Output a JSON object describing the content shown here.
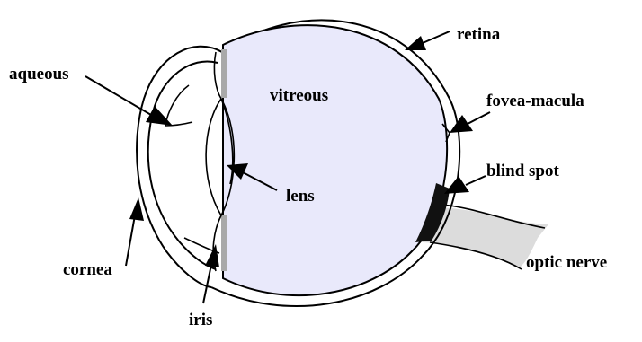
{
  "diagram": {
    "labels": {
      "retina": "retina",
      "aqueous": "aqueous",
      "vitreous": "vitreous",
      "fovea_macula": "fovea-macula",
      "blind_spot": "blind spot",
      "lens": "lens",
      "cornea": "cornea",
      "optic_nerve": "optic nerve",
      "iris": "iris"
    },
    "colors": {
      "vitreous_fill": "#e9e9fb",
      "optic_nerve_fill": "#dcdcdc",
      "iris_fill": "#a9a9a9",
      "blind_spot_fill": "#111111",
      "outline": "#000000"
    }
  }
}
